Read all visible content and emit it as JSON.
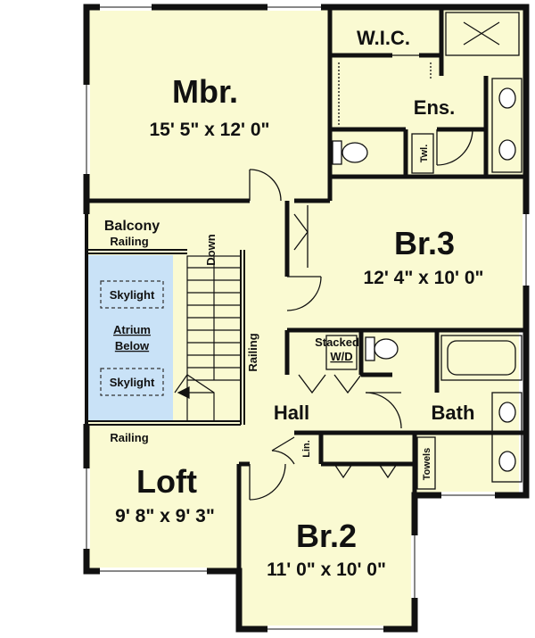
{
  "colors": {
    "floor": "#fafad2",
    "wall": "#111111",
    "atrium": "#c9e2f7",
    "window": "#ffffff"
  },
  "rooms": {
    "mbr": {
      "name": "Mbr.",
      "dims": "15' 5\" x 12' 0\""
    },
    "wic": {
      "name": "W.I.C."
    },
    "ens": {
      "name": "Ens."
    },
    "twl": {
      "name": "Twl."
    },
    "br3": {
      "name": "Br.3",
      "dims": "12' 4\" x 10' 0\""
    },
    "balcony": {
      "name": "Balcony"
    },
    "atrium": {
      "name_line1": "Atrium",
      "name_line2": "Below"
    },
    "skylight_top": {
      "name": "Skylight"
    },
    "skylight_bottom": {
      "name": "Skylight"
    },
    "stair": {
      "name": "Down"
    },
    "railing_top": {
      "name": "Railing"
    },
    "railing_side": {
      "name": "Railing"
    },
    "railing_bottom": {
      "name": "Railing"
    },
    "stacked": {
      "line1": "Stacked",
      "line2": "W/D"
    },
    "hall": {
      "name": "Hall"
    },
    "bath": {
      "name": "Bath"
    },
    "lin": {
      "name": "Lin."
    },
    "towels": {
      "name": "Towels"
    },
    "loft": {
      "name": "Loft",
      "dims": "9' 8\" x 9' 3\""
    },
    "br2": {
      "name": "Br.2",
      "dims": "11' 0\" x 10' 0\""
    }
  }
}
